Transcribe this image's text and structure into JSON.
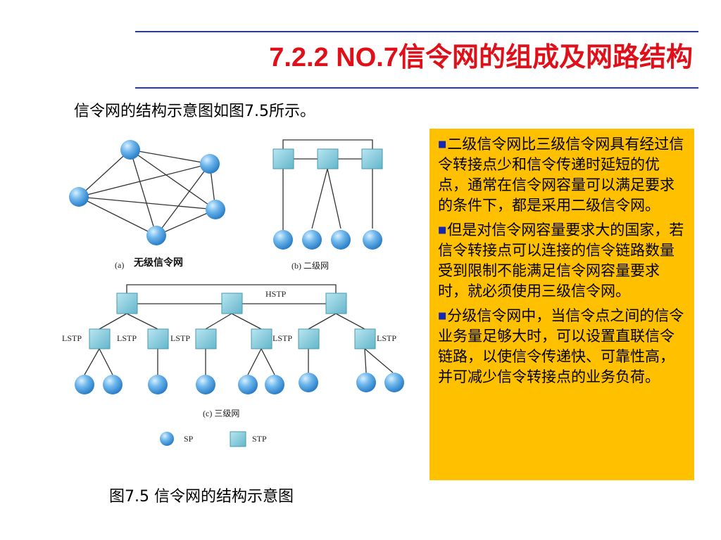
{
  "header": {
    "title_num": "7.2.2 NO.7",
    "title_text": "信令网的组成及网路结构"
  },
  "intro": "信令网的结构示意图如图7.5所示。",
  "figure": {
    "caption": "图7.5 信令网的结构示意图",
    "labels": {
      "a_prefix": "(a)",
      "a_text": "无级信令网",
      "b": "(b) 二级网",
      "c": "(c) 三级网",
      "hstp": "HSTP",
      "lstp": "LSTP",
      "sp": "SP",
      "stp": "STP"
    },
    "colors": {
      "node": "#5aa9e6",
      "stp": "#7cc8d8",
      "line": "#333333"
    }
  },
  "notes": [
    "二级信令网比三级信令网具有经过信令转接点少和信令传递时延短的优点，通常在信令网容量可以满足要求的条件下，都是采用二级信令网。",
    "但是对信令网容量要求大的国家，若信令转接点可以连接的信令链路数量受到限制不能满足信令网容量要求时，就必须使用三级信令网。",
    "分级信令网中，当信令点之间的信令业务量足够大时，可以设置直联信令链路，以使信令传递快、可靠性高，并可减少信令转接点的业务负荷。"
  ],
  "bullet": "■"
}
